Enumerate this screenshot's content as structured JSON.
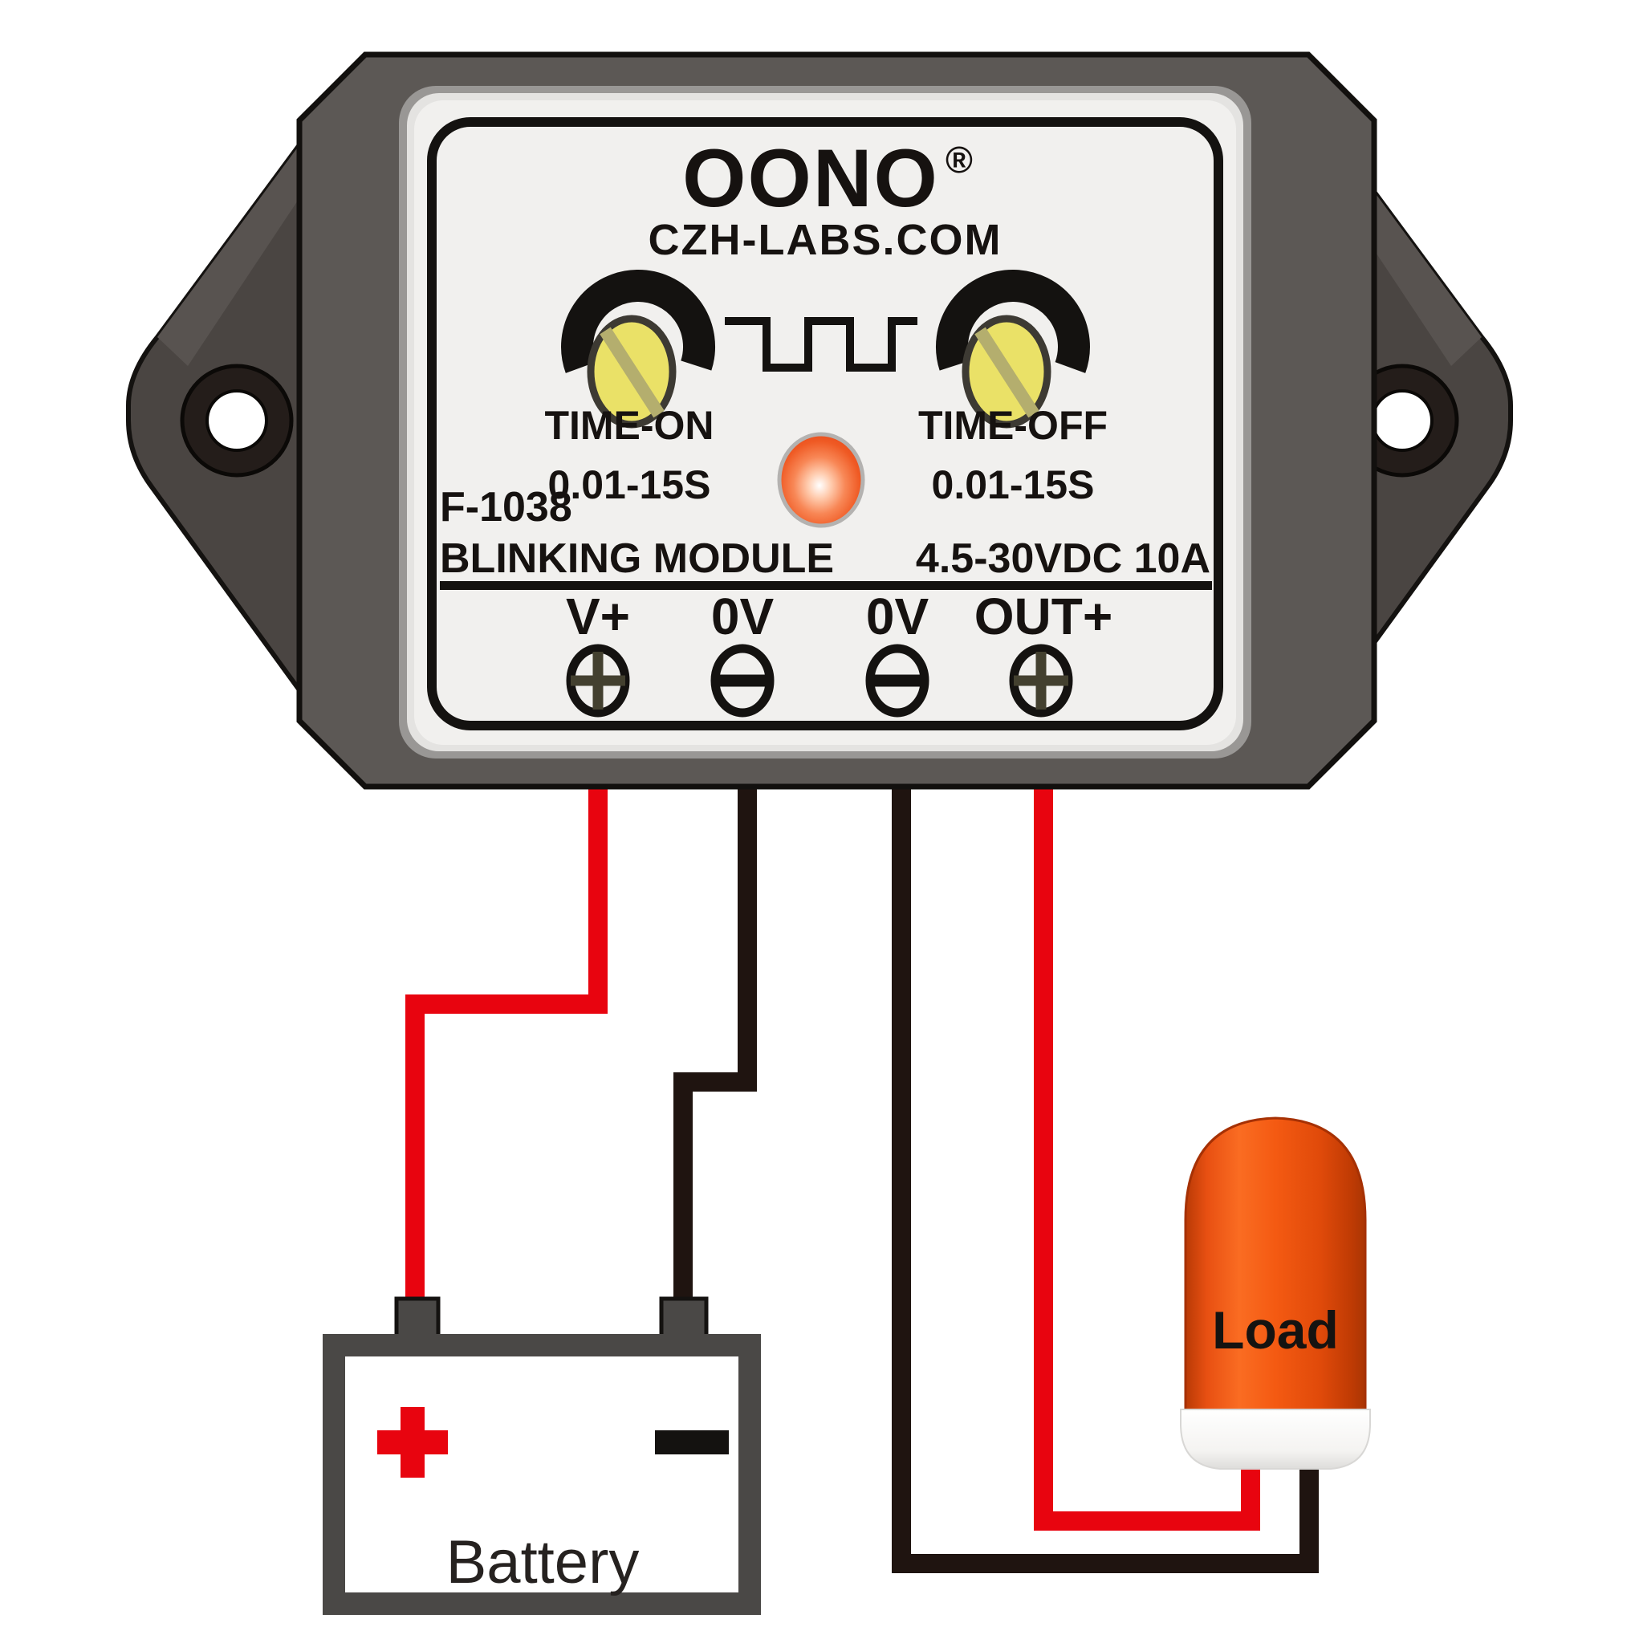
{
  "module": {
    "brand": "OONO",
    "registered_mark": "®",
    "website": "CZH-LABS.COM",
    "model": "F-1038",
    "module_type": "BLINKING MODULE",
    "rating": "4.5-30VDC 10A",
    "knob_left": {
      "label": "TIME-ON",
      "range": "0.01-15S"
    },
    "knob_right": {
      "label": "TIME-OFF",
      "range": "0.01-15S"
    },
    "terminals": [
      {
        "label": "V+",
        "screw": "phillips-plus"
      },
      {
        "label": "0V",
        "screw": "slotted-minus"
      },
      {
        "label": "0V",
        "screw": "slotted-minus"
      },
      {
        "label": "OUT+",
        "screw": "phillips-plus"
      }
    ]
  },
  "battery": {
    "label": "Battery",
    "positive_symbol": "+",
    "negative_symbol": "−"
  },
  "load": {
    "label": "Load"
  },
  "wiring": [
    {
      "from": "V+",
      "to": "battery-positive",
      "color_name": "red"
    },
    {
      "from": "0V",
      "to": "battery-negative",
      "color_name": "black"
    },
    {
      "from": "0V",
      "to": "load-negative",
      "color_name": "black"
    },
    {
      "from": "OUT+",
      "to": "load-positive",
      "color_name": "red"
    }
  ],
  "colors": {
    "wire_red": "#e8040f",
    "wire_black": "#1f1410",
    "module_body": "#5c5855",
    "module_wing": "#4a4542",
    "wing_facet": "#585350",
    "label_bg": "#f1f0ee",
    "knob_yellow": "#eae167",
    "knob_slot": "#b4ae6e",
    "led_orange": "#ef5a24",
    "load_orange": "#f4571a",
    "battery_border": "#4a4846",
    "battery_plus_red": "#e8040f",
    "outline_black": "#141210"
  }
}
